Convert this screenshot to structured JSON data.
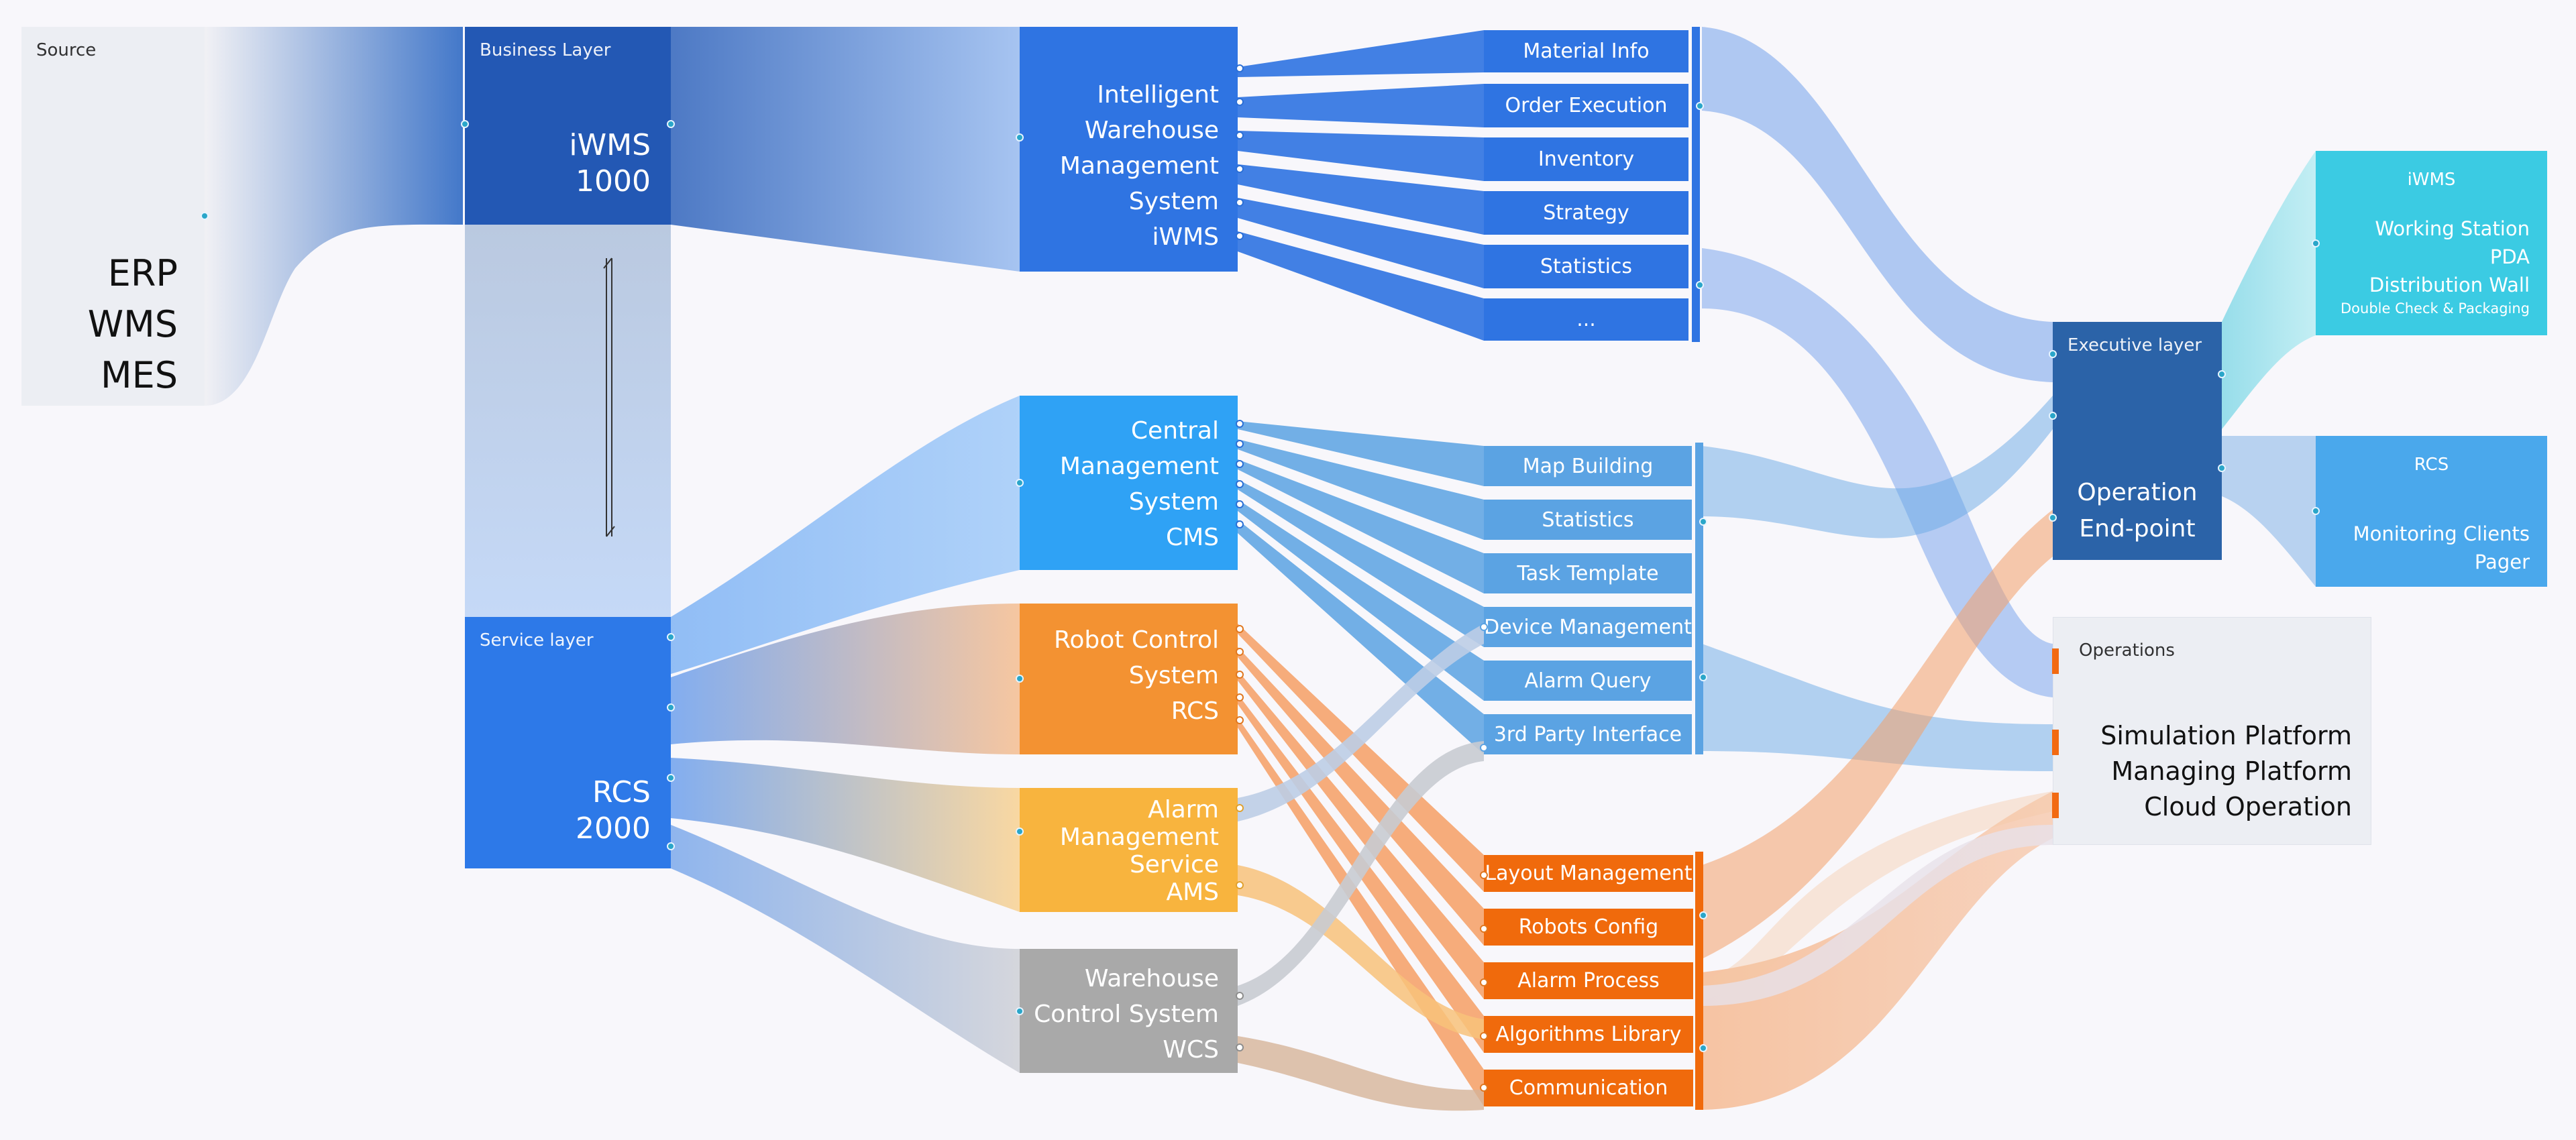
{
  "source": {
    "label": "Source",
    "items": [
      "ERP",
      "WMS",
      "MES"
    ]
  },
  "business_layer": {
    "label": "Business Layer",
    "name": "iWMS",
    "number": "1000"
  },
  "service_layer": {
    "label": "Service layer",
    "name": "RCS",
    "number": "2000"
  },
  "iwms_system": {
    "lines": [
      "Intelligent",
      "Warehouse",
      "Management",
      "System",
      "iWMS"
    ]
  },
  "cms_system": {
    "lines": [
      "Central",
      "Management",
      "System",
      "CMS"
    ]
  },
  "rcs_system": {
    "lines": [
      "Robot Control",
      "System",
      "RCS"
    ]
  },
  "ams_system": {
    "lines": [
      "Alarm",
      "Management",
      "Service",
      "AMS"
    ]
  },
  "wcs_system": {
    "lines": [
      "Warehouse",
      "Control System",
      "WCS"
    ]
  },
  "iwms_modules": [
    "Material Info",
    "Order Execution",
    "Inventory",
    "Strategy",
    "Statistics",
    "..."
  ],
  "cms_modules": [
    "Map Building",
    "Statistics",
    "Task Template",
    "Device Management",
    "Alarm Query",
    "3rd Party Interface"
  ],
  "rcs_modules": [
    "Layout Management",
    "Robots Config",
    "Alarm Process",
    "Algorithms Library",
    "Communication"
  ],
  "executive_layer": {
    "label": "Executive  layer",
    "lines": [
      "Operation",
      "End-point"
    ]
  },
  "iwms_client": {
    "label": "iWMS",
    "lines": [
      "Working Station",
      "PDA",
      "Distribution Wall"
    ],
    "note": "Double Check & Packaging"
  },
  "rcs_client": {
    "label": "RCS",
    "lines": [
      "Monitoring Clients",
      "Pager"
    ]
  },
  "operations": {
    "label": "Operations",
    "lines": [
      "Simulation Platform",
      "Managing Platform",
      "Cloud Operation"
    ]
  },
  "colors": {
    "business": "#2358b4",
    "service": "#2d79e8",
    "iwms_system": "#2f74e2",
    "cms": "#2fa2f5",
    "rcs": "#f39232",
    "ams": "#f8b43e",
    "wcs": "#a9a9a9",
    "iwms_module": "#2f74e2",
    "cms_module": "#5ba3e3",
    "rcs_module": "#f06a0c",
    "executive": "#2b63a8",
    "iwms_client": "#3bcbe3",
    "rcs_client": "#4aa8ec"
  }
}
